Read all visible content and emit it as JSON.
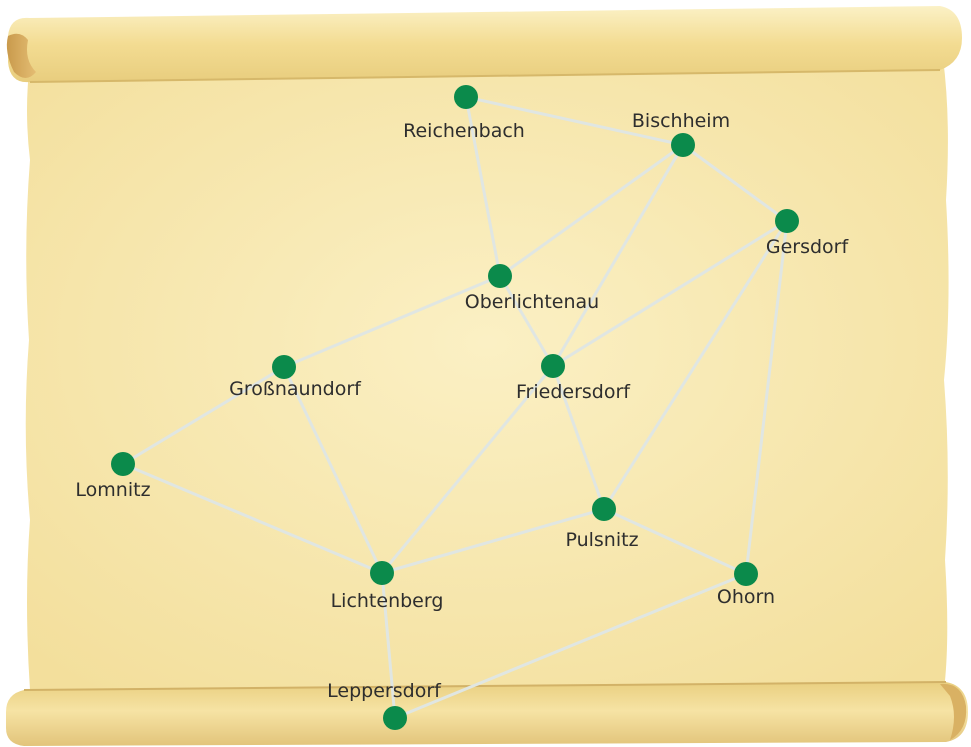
{
  "colors": {
    "parchment": "#f7e7a8",
    "parchment_light": "#fbf0c2",
    "scroll_edge": "#e2c77a",
    "scroll_shadow": "#b89a4e",
    "edge_color": "#e0e6e2",
    "node_color": "#0b8a4b",
    "label_color": "#2e2e2e"
  },
  "nodes": [
    {
      "id": "reichenbach",
      "label": "Reichenbach"
    },
    {
      "id": "bischheim",
      "label": "Bischheim"
    },
    {
      "id": "gersdorf",
      "label": "Gersdorf"
    },
    {
      "id": "oberlichtenau",
      "label": "Oberlichtenau"
    },
    {
      "id": "friedersdorf",
      "label": "Friedersdorf"
    },
    {
      "id": "grossnaundorf",
      "label": "Großnaundorf"
    },
    {
      "id": "lomnitz",
      "label": "Lomnitz"
    },
    {
      "id": "pulsnitz",
      "label": "Pulsnitz"
    },
    {
      "id": "lichtenberg",
      "label": "Lichtenberg"
    },
    {
      "id": "ohorn",
      "label": "Ohorn"
    },
    {
      "id": "leppersdorf",
      "label": "Leppersdorf"
    }
  ],
  "edges": [
    [
      "reichenbach",
      "bischheim"
    ],
    [
      "reichenbach",
      "oberlichtenau"
    ],
    [
      "bischheim",
      "oberlichtenau"
    ],
    [
      "bischheim",
      "friedersdorf"
    ],
    [
      "bischheim",
      "gersdorf"
    ],
    [
      "gersdorf",
      "friedersdorf"
    ],
    [
      "gersdorf",
      "pulsnitz"
    ],
    [
      "gersdorf",
      "ohorn"
    ],
    [
      "oberlichtenau",
      "friedersdorf"
    ],
    [
      "oberlichtenau",
      "grossnaundorf"
    ],
    [
      "friedersdorf",
      "pulsnitz"
    ],
    [
      "friedersdorf",
      "lichtenberg"
    ],
    [
      "grossnaundorf",
      "lomnitz"
    ],
    [
      "grossnaundorf",
      "lichtenberg"
    ],
    [
      "lomnitz",
      "lichtenberg"
    ],
    [
      "pulsnitz",
      "lichtenberg"
    ],
    [
      "pulsnitz",
      "ohorn"
    ],
    [
      "lichtenberg",
      "leppersdorf"
    ],
    [
      "ohorn",
      "leppersdorf"
    ]
  ]
}
